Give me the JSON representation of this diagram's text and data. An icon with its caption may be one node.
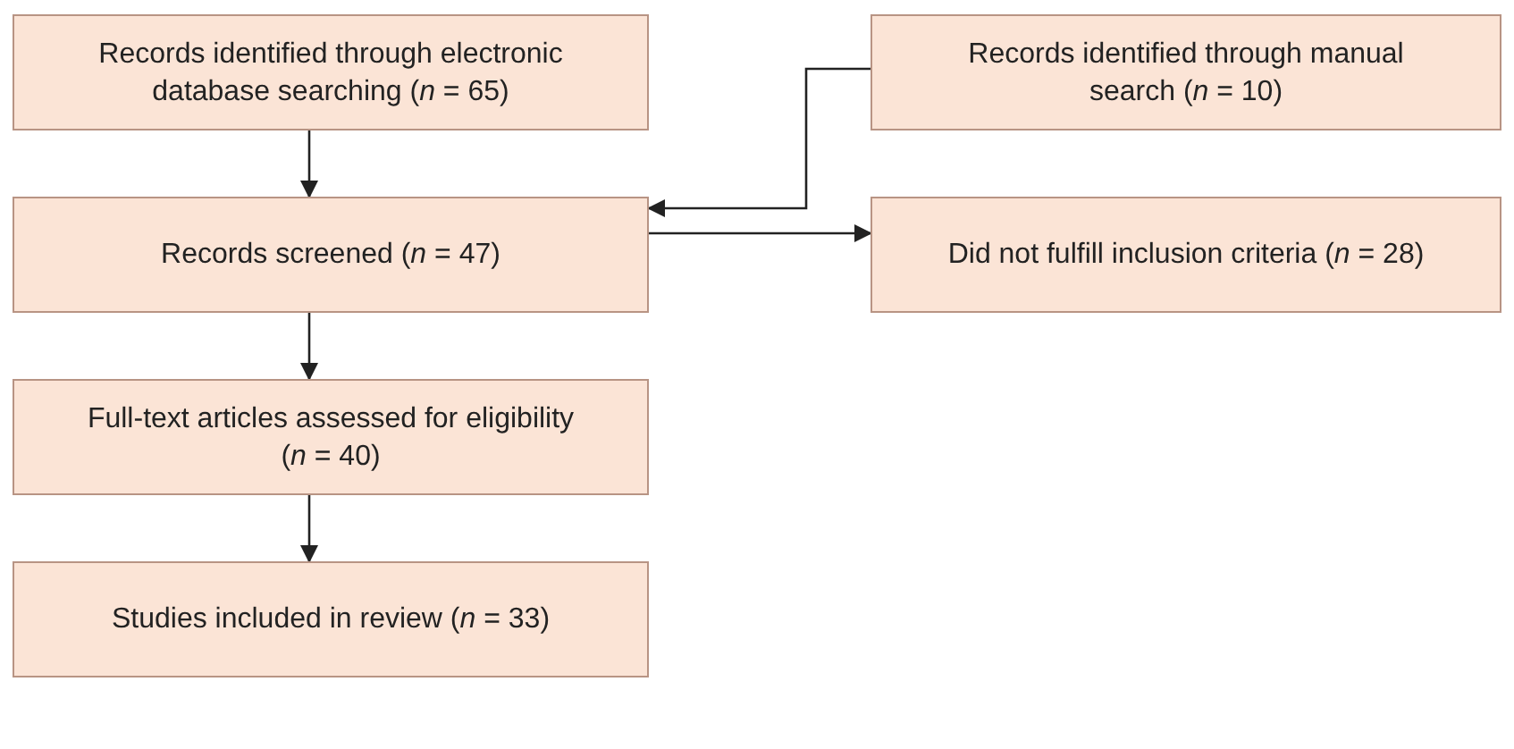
{
  "diagram": {
    "nodes": [
      {
        "text": [
          "Records identified through electronic database searching (*n* = 65)"
        ]
      },
      {
        "text": [
          "Records identified through manual search (*n* = 10)"
        ]
      },
      {
        "text": [
          "Records screened (*n* = 47)"
        ]
      },
      {
        "text": [
          "Did not fulfill inclusion criteria (*n* = 28)"
        ]
      },
      {
        "text": [
          "Full-text articles assessed for eligibility (*n* = 40)"
        ]
      },
      {
        "text": [
          "Studies included in review (*n* = 33)"
        ]
      }
    ],
    "edges": [
      {
        "from": 0,
        "to": 2,
        "arrow": "to"
      },
      {
        "from": 1,
        "to": 2,
        "arrow": "to"
      },
      {
        "from": 2,
        "to": 3,
        "arrow": "to"
      },
      {
        "from": 2,
        "to": 4,
        "arrow": "to"
      },
      {
        "from": 4,
        "to": 5,
        "arrow": "to"
      }
    ]
  }
}
